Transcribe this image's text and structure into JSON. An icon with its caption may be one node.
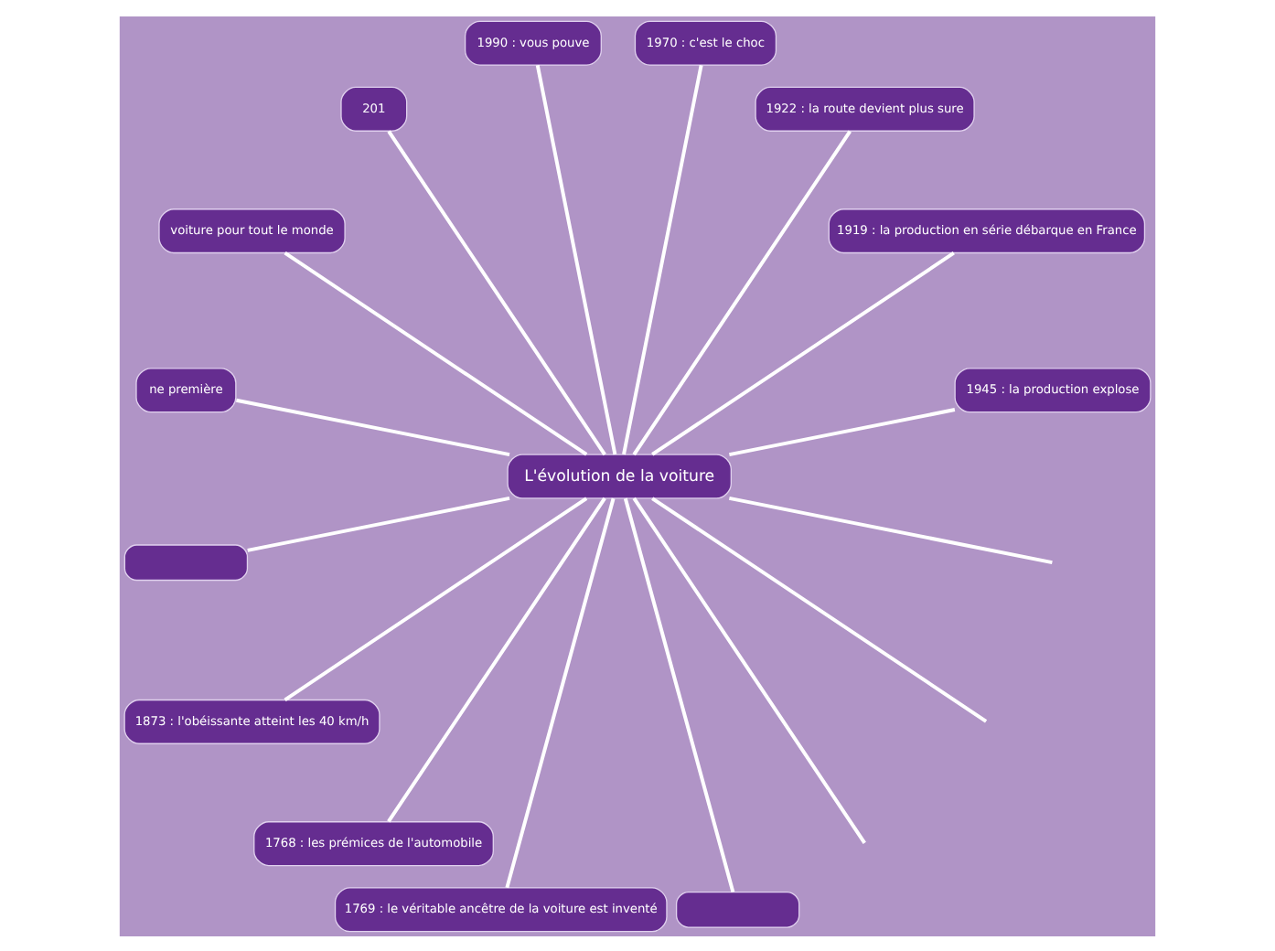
{
  "diagram": {
    "nodes": [
      {
        "text": [
          "L'évolution de la voiture"
        ]
      },
      {
        "text": [
          "1945 : la production explose"
        ]
      },
      {
        "text": [
          "1919 : la production en série débarque en France"
        ]
      },
      {
        "text": [
          "1922 : la route devient plus sure"
        ]
      },
      {
        "text": [
          "1970 : c'est le choc"
        ]
      },
      {
        "text": [
          "1990 : vous pouve"
        ]
      },
      {
        "text": [
          "201"
        ]
      },
      {
        "text": [
          "voiture pour tout le monde"
        ]
      },
      {
        "text": [
          "ne première"
        ]
      },
      {
        "text": [],
        "shape": "box"
      },
      {
        "text": [
          "1873 : l'obéissante atteint les 40 km/h"
        ]
      },
      {
        "text": [
          "1768 : les prémices de l'automobile"
        ]
      },
      {
        "text": [
          "1769 : le véritable ancêtre de la voiture est inventé"
        ]
      },
      {
        "text": [],
        "shape": "box"
      }
    ],
    "edges": [
      {
        "from": 0,
        "to": 1,
        "arrow": "none"
      },
      {
        "from": 0,
        "to": 2,
        "arrow": "none"
      },
      {
        "from": 0,
        "to": 3,
        "arrow": "none"
      },
      {
        "from": 0,
        "to": 4,
        "arrow": "none"
      },
      {
        "from": 0,
        "to": 5,
        "arrow": "none"
      },
      {
        "from": 0,
        "to": 6,
        "arrow": "none"
      },
      {
        "from": 0,
        "to": null,
        "arrow": "none"
      },
      {
        "from": 0,
        "to": 7,
        "arrow": "none"
      },
      {
        "from": 0,
        "to": null,
        "arrow": "none"
      },
      {
        "from": 0,
        "to": 8,
        "arrow": "none"
      },
      {
        "from": 0,
        "to": 9,
        "arrow": "none"
      },
      {
        "from": 0,
        "to": 10,
        "arrow": "none"
      },
      {
        "from": 0,
        "to": null,
        "arrow": "none"
      },
      {
        "from": 0,
        "to": 11,
        "arrow": "none"
      },
      {
        "from": 0,
        "to": 12,
        "arrow": "none"
      },
      {
        "from": 0,
        "to": 13,
        "arrow": "none"
      }
    ]
  }
}
